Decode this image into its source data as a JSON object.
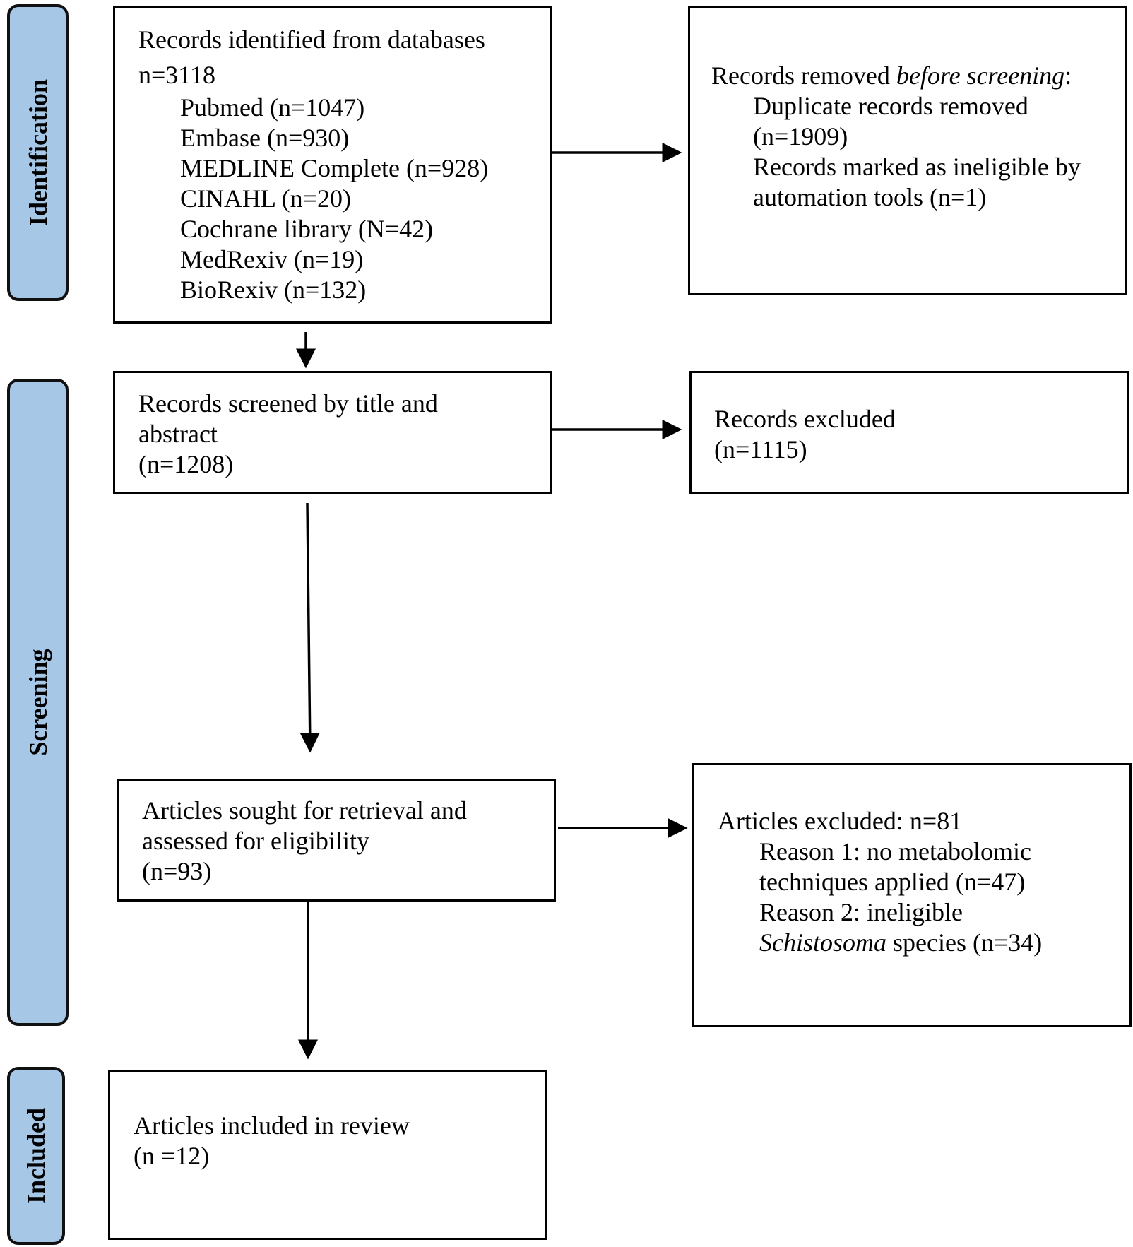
{
  "phases": {
    "identification": "Identification",
    "screening": "Screening",
    "included": "Included"
  },
  "identified": {
    "title": "Records identified from databases",
    "total": "n=3118",
    "sources": [
      "Pubmed (n=1047)",
      "Embase (n=930)",
      "MEDLINE Complete (n=928)",
      "CINAHL (n=20)",
      "Cochrane library (N=42)",
      "MedRexiv (n=19)",
      "BioRexiv (n=132)"
    ]
  },
  "removed": {
    "prefix": "Records removed ",
    "emph": "before screening",
    "suffix": ":",
    "line1": "Duplicate records removed",
    "line2": "(n=1909)",
    "line3": "Records marked as ineligible by",
    "line4": "automation tools (n=1)"
  },
  "screened": {
    "line1": "Records screened by title and",
    "line2": "abstract",
    "line3": "(n=1208)"
  },
  "excluded_records": {
    "line1": "Records excluded",
    "line2": "(n=1115)"
  },
  "sought": {
    "line1": "Articles sought for retrieval and",
    "line2": "assessed for eligibility",
    "line3": "(n=93)"
  },
  "excluded_articles": {
    "line1": "Articles excluded: n=81",
    "reason1a": "Reason 1: no metabolomic",
    "reason1b": "techniques applied (n=47)",
    "reason2a": "Reason 2: ineligible",
    "reason2_species": "Schistosoma",
    "reason2_rest": " species (n=34)"
  },
  "included_box": {
    "line1": "Articles included in review",
    "line2": "(n =12)"
  }
}
